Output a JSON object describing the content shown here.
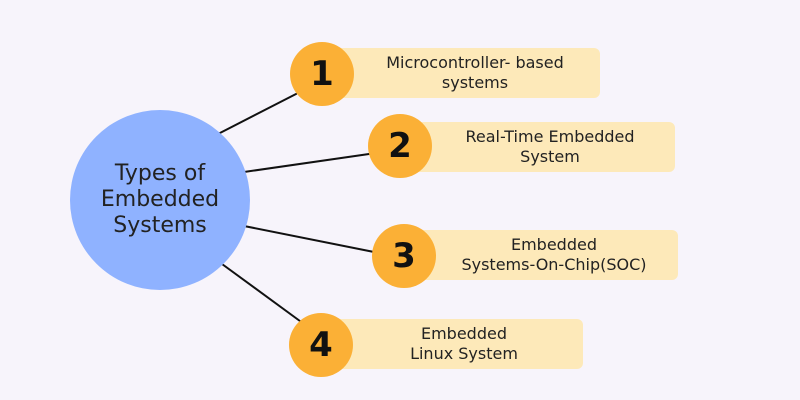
{
  "diagram": {
    "center": {
      "title": "Types of\nEmbedded\nSystems"
    },
    "items": [
      {
        "number": "1",
        "label": "Microcontroller- based\nsystems"
      },
      {
        "number": "2",
        "label": "Real-Time Embedded\nSystem"
      },
      {
        "number": "3",
        "label": "Embedded\nSystems-On-Chip(SOC)"
      },
      {
        "number": "4",
        "label": "Embedded\nLinux System"
      }
    ],
    "colors": {
      "background": "#f7f4fb",
      "center_circle": "#8fb2ff",
      "number_badge": "#fbb036",
      "label_box": "#fde9b9",
      "connector": "#111111"
    }
  }
}
